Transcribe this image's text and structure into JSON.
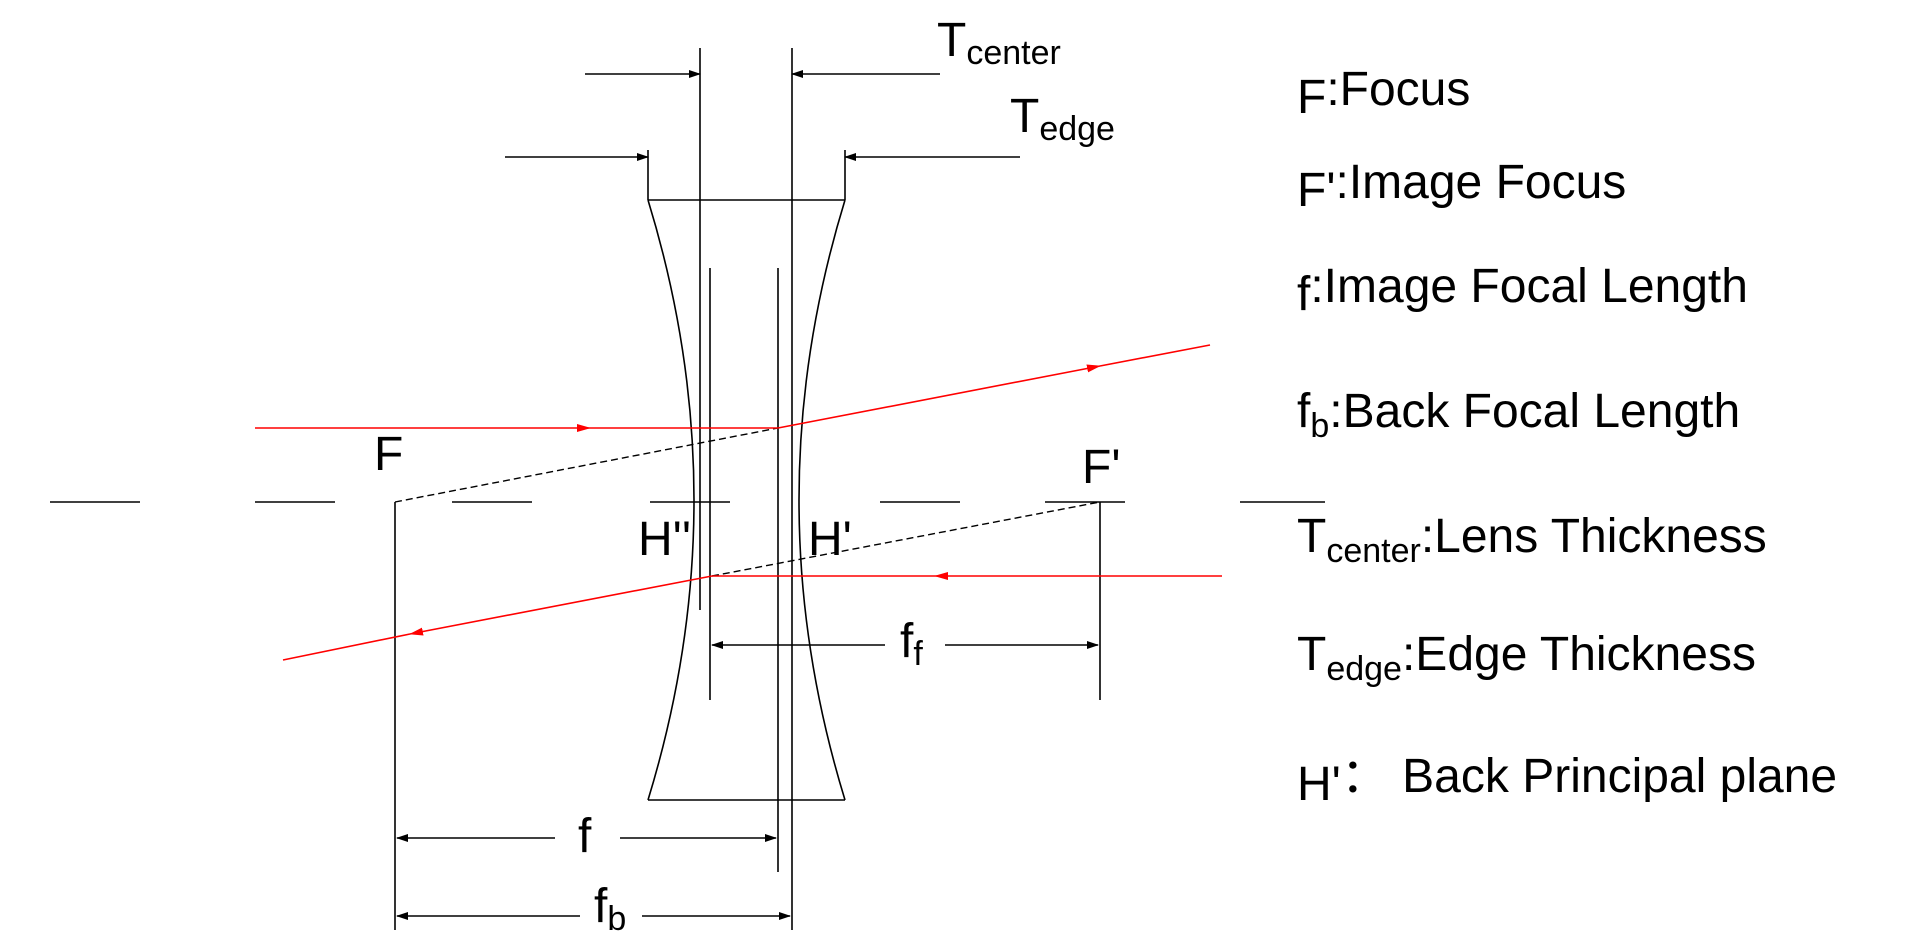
{
  "colors": {
    "ray": "#ff0000",
    "line": "#000000",
    "background": "#ffffff"
  },
  "labels": {
    "t_center": {
      "main": "T",
      "sub": "center"
    },
    "t_edge": {
      "main": "T",
      "sub": "edge"
    },
    "focus_front": "F",
    "focus_image": "F'",
    "h_double": "H''",
    "h_prime": "H'",
    "f_f": {
      "main": "f",
      "sub": "f"
    },
    "f": "f",
    "f_b": {
      "main": "f",
      "sub": "b"
    }
  },
  "legend": [
    {
      "main": "F",
      "sub": "",
      "text": ":Focus"
    },
    {
      "main": "F'",
      "sub": "",
      "text": ":Image  Focus"
    },
    {
      "main": "f",
      "sub": "",
      "text": ":Image Focal Length"
    },
    {
      "main": "f",
      "sub": "b",
      "text": ":Back Focal Length"
    },
    {
      "main": "T",
      "sub": "center",
      "text": ":Lens Thickness"
    },
    {
      "main": "T",
      "sub": "edge",
      "text": ":Edge Thickness"
    },
    {
      "main": "H'",
      "sub": "",
      "text": "： Back Principal plane"
    }
  ]
}
